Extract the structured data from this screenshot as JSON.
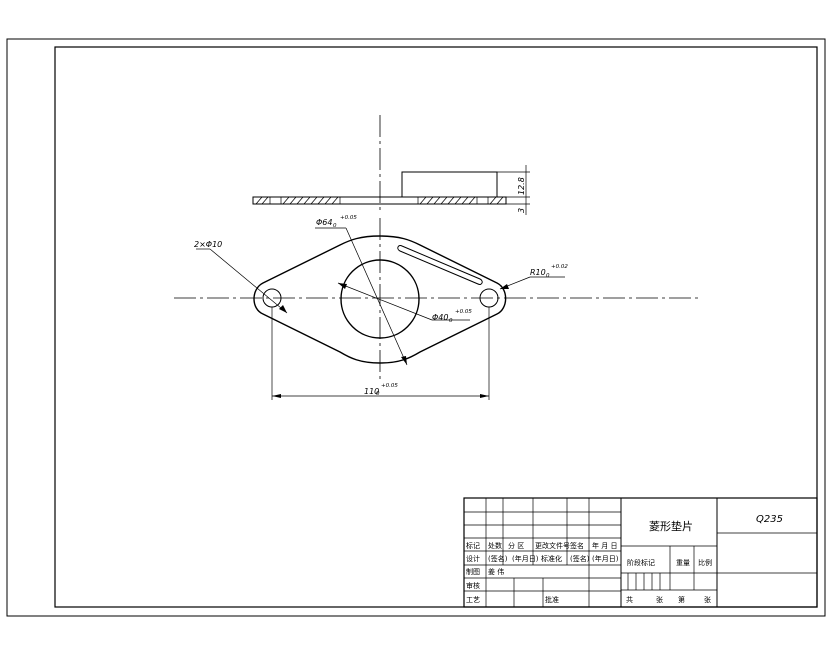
{
  "part": {
    "name": "菱形垫片",
    "material": "Q235"
  },
  "dimensions": {
    "hole_note": "2×Φ10",
    "outer_dia": {
      "value": "Φ64",
      "tol": "+0.05",
      "low": "0"
    },
    "inner_dia": {
      "value": "Φ40",
      "tol": "+0.05",
      "low": "0"
    },
    "radius": {
      "value": "R10",
      "tol": "+0.02",
      "low": "0"
    },
    "spacing": {
      "value": "110",
      "tol": "+0.05",
      "low": "0"
    },
    "boss_height": "12.8",
    "plate_thickness": "3"
  },
  "title_block": {
    "row_change": [
      "标记",
      "处数",
      "分 区",
      "更改文件号",
      "签名",
      "年 月 日"
    ],
    "row_design": [
      "设计",
      "(签名)",
      "(年月日)",
      "标准化",
      "(签名)",
      "(年月日)"
    ],
    "row_draw": [
      "制图",
      "姜 伟"
    ],
    "row_check": [
      "审核"
    ],
    "row_process": [
      "工艺",
      "批准"
    ],
    "stage_label": "阶段标记",
    "weight_label": "重量",
    "scale_label": "比例",
    "sheet_total": "共",
    "sheet_unit": "张",
    "sheet_no": "第",
    "sheet_unit2": "张"
  }
}
